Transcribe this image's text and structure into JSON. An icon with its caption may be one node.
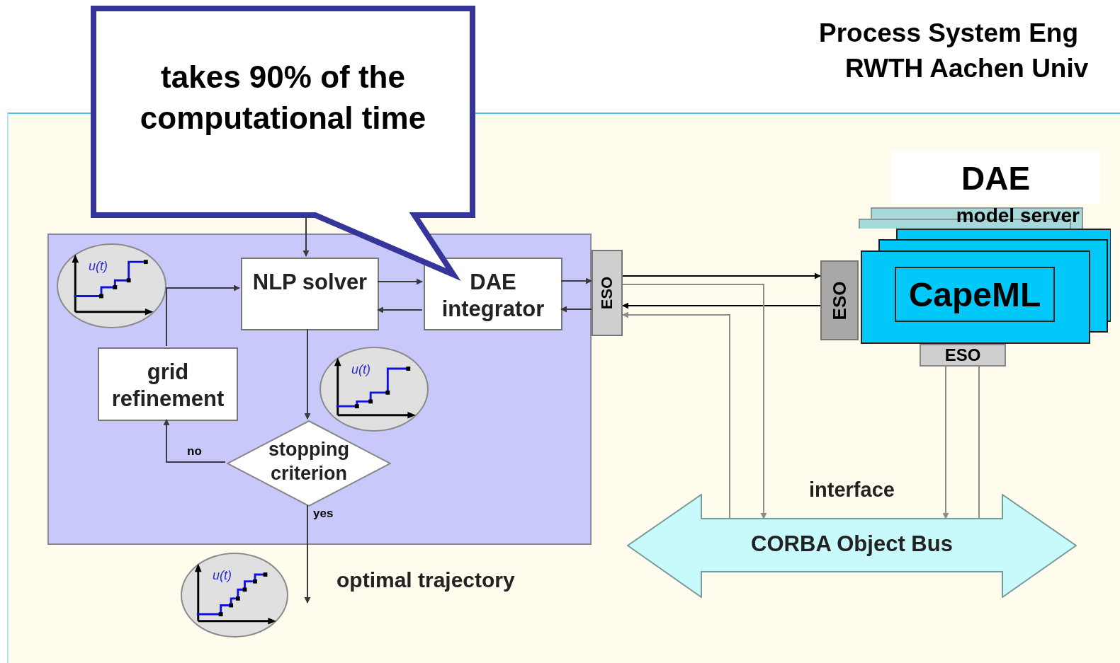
{
  "diagram": {
    "nodes": [
      {
        "text": [
          "takes 90% of the computational time"
        ]
      },
      {
        "text": [
          "DAE"
        ]
      },
      {
        "text": [
          "model server"
        ]
      },
      {
        "text": [],
        "shape": "box"
      },
      {
        "text": [
          "u(t)"
        ],
        "in": 3
      },
      {
        "text": [
          "NLP solver"
        ],
        "in": 3
      },
      {
        "text": [
          "DAE integrator"
        ],
        "in": 3
      },
      {
        "text": [
          "ESO"
        ]
      },
      {
        "text": [
          "ESO"
        ]
      },
      {
        "text": [],
        "shape": "box"
      },
      {
        "text": [
          "CapeML"
        ]
      },
      {
        "text": [
          "grid refinement"
        ],
        "in": 3
      },
      {
        "text": [
          "u(t)"
        ],
        "in": 3
      },
      {
        "text": [
          "ESO"
        ]
      },
      {
        "text": [
          "stopping criterion"
        ],
        "in": 3
      },
      {
        "text": [
          "CORBA Object Bus"
        ]
      },
      {
        "text": [
          "u(t)"
        ]
      }
    ],
    "edges": [
      {
        "from": 0,
        "to": 5,
        "arrow": "to"
      },
      {
        "from": 11,
        "to": 5,
        "arrow": "to"
      },
      {
        "from": 5,
        "to": 6,
        "arrow": "to"
      },
      {
        "from": 6,
        "to": 5,
        "arrow": "to"
      },
      {
        "from": 6,
        "to": 7,
        "arrow": "to"
      },
      {
        "from": 7,
        "to": 6,
        "arrow": "to"
      },
      {
        "from": 5,
        "to": 14,
        "arrow": "to"
      },
      {
        "from": 14,
        "to": 11,
        "label": "no",
        "arrow": "to"
      },
      {
        "from": 14,
        "to": 16,
        "label": "yes",
        "arrow": "to"
      },
      {
        "from": 7,
        "to": 8,
        "arrow": "to",
        "color": "#000000"
      },
      {
        "from": 8,
        "to": 7,
        "arrow": "to",
        "color": "#000000"
      },
      {
        "from": 7,
        "to": 15,
        "arrow": "to",
        "color": "#8c8c8c"
      },
      {
        "from": 15,
        "to": 7,
        "arrow": "to",
        "color": "#8c8c8c"
      },
      {
        "from": 13,
        "to": 15,
        "arrow": "to",
        "color": "#8c8c8c"
      },
      {
        "from": 13,
        "to": 15,
        "arrow": "none",
        "color": "#8c8c8c"
      }
    ],
    "labels": [
      "Process System Eng",
      "RWTH Aachen Univ",
      "interface",
      "optimal trajectory"
    ]
  }
}
